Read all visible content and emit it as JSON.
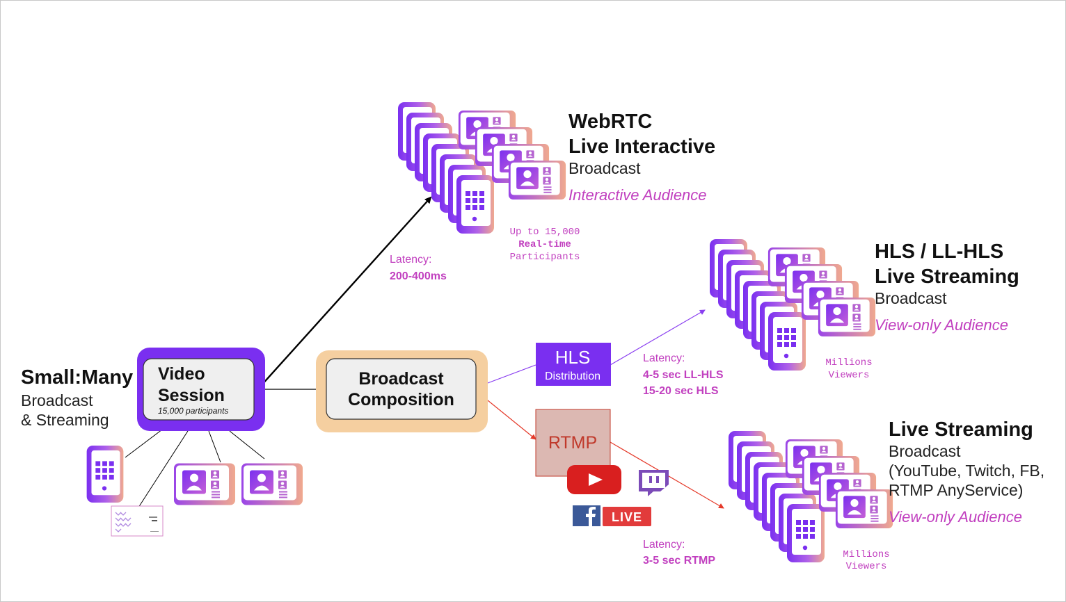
{
  "colors": {
    "accent_purple": "#7a2ff0",
    "accent_pink": "#c13fbf",
    "rtmp_red": "#e53a2a",
    "composition_bg": "#f5cfa0",
    "session_bg": "#7a2ff0"
  },
  "left": {
    "title": "Small:Many",
    "subtitle_line1": "Broadcast",
    "subtitle_line2": "& Streaming"
  },
  "video_session": {
    "label_line1": "Video",
    "label_line2": "Session",
    "caption": "15,000 participants"
  },
  "composition": {
    "label_line1": "Broadcast",
    "label_line2": "Composition"
  },
  "hls_box": {
    "label": "HLS",
    "sublabel": "Distribution"
  },
  "rtmp_box": {
    "label": "RTMP"
  },
  "webrtc": {
    "title_line1": "WebRTC",
    "title_line2": "Live Interactive",
    "subtitle": "Broadcast",
    "audience": "Interactive  Audience",
    "count_line1": "Up to 15,000",
    "count_line2": "Real-time",
    "count_line3": "Participants",
    "latency_label": "Latency:",
    "latency_value": "200-400ms"
  },
  "hls": {
    "title_line1": "HLS / LL-HLS",
    "title_line2": "Live Streaming",
    "subtitle": "Broadcast",
    "audience": "View-only  Audience",
    "count_line1": "Millions",
    "count_line2": "Viewers",
    "latency_label": "Latency:",
    "latency_value1": "4-5 sec LL-HLS",
    "latency_value2": "15-20 sec HLS"
  },
  "live": {
    "title": "Live Streaming",
    "subtitle_line1": "Broadcast",
    "subtitle_line2": "(YouTube, Twitch, FB,",
    "subtitle_line3": "RTMP AnyService)",
    "audience": "View-only  Audience",
    "count_line1": "Millions",
    "count_line2": "Viewers",
    "latency_label": "Latency:",
    "latency_value": "3-5 sec RTMP"
  },
  "logos": {
    "facebook_live_text": "LIVE"
  },
  "icons": [
    "phone-icon",
    "contact-card-icon",
    "youtube-icon",
    "twitch-icon",
    "facebook-icon",
    "dashboard-thumbnail-icon"
  ]
}
